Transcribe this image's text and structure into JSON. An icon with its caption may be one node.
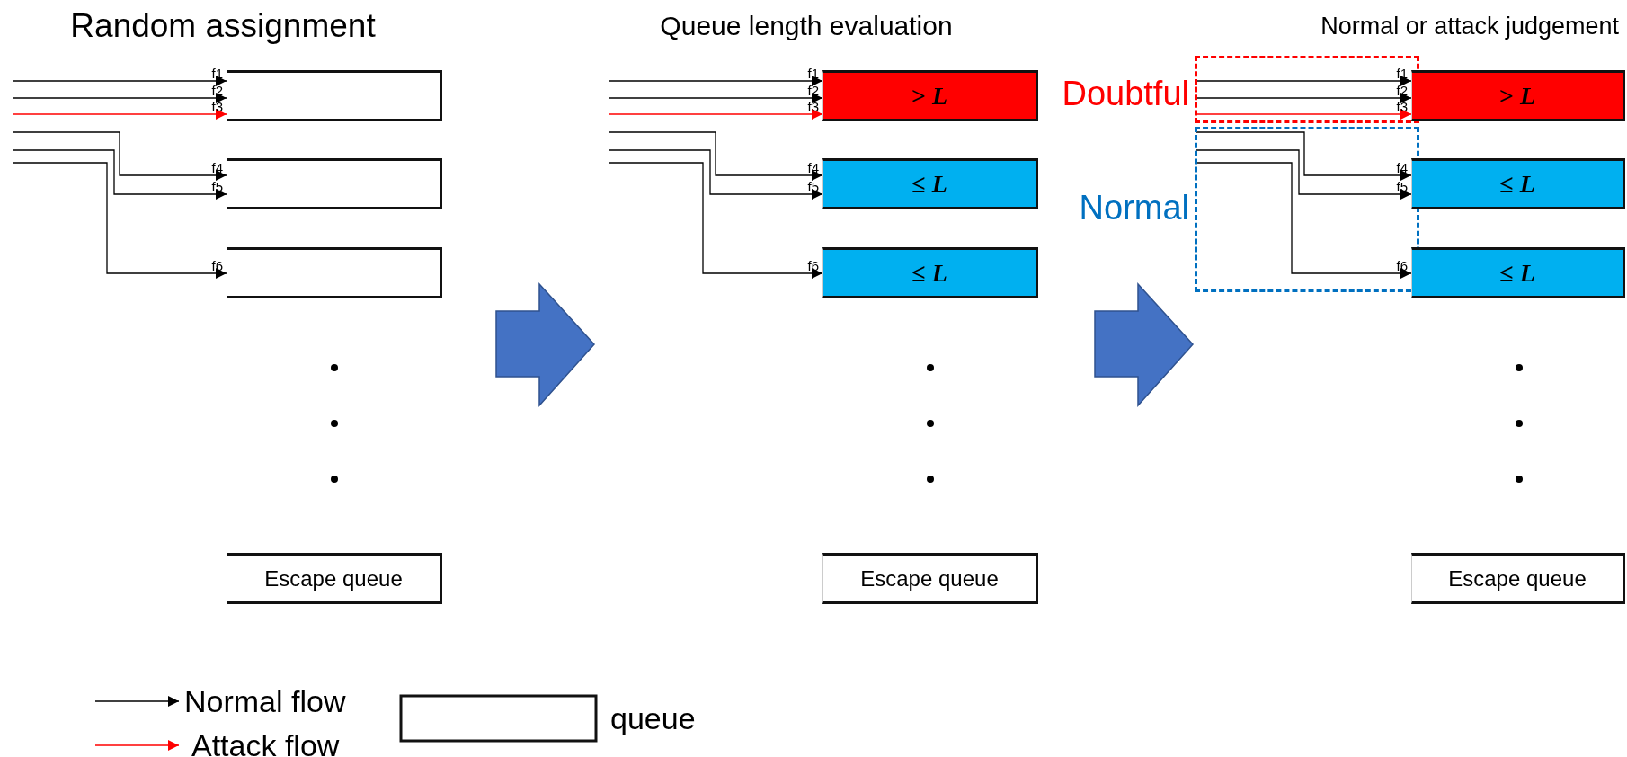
{
  "diagram": {
    "nodes": [
      {
        "text": [],
        "shape": "box"
      },
      {
        "text": [],
        "shape": "box"
      },
      {
        "text": [],
        "shape": "box"
      },
      {
        "text": [
          "Escape queue"
        ]
      },
      {
        "text": [
          "> *L*"
        ]
      },
      {
        "text": [
          "≤ *L*"
        ]
      },
      {
        "text": [
          "≤ *L*"
        ]
      },
      {
        "text": [
          "Escape queue"
        ]
      },
      {
        "text": [
          "Doubtful"
        ]
      },
      {
        "text": [
          "Normal"
        ]
      },
      {
        "text": [
          "> *L*"
        ]
      },
      {
        "text": [
          "≤ *L*"
        ]
      },
      {
        "text": [
          "≤ *L*"
        ]
      },
      {
        "text": [
          "Escape queue"
        ]
      }
    ],
    "edges": [
      {
        "from": null,
        "to": 0,
        "arrow": "to",
        "label": "f1"
      },
      {
        "from": null,
        "to": 0,
        "arrow": "to",
        "label": "f2"
      },
      {
        "from": null,
        "to": 0,
        "arrow": "to",
        "label": "f3",
        "color": "#ff0000"
      },
      {
        "from": null,
        "to": 1,
        "arrow": "to",
        "label": "f4"
      },
      {
        "from": null,
        "to": 1,
        "arrow": "to",
        "label": "f5"
      },
      {
        "from": null,
        "to": 2,
        "arrow": "to",
        "label": "f6"
      },
      {
        "from": null,
        "to": 4,
        "arrow": "to",
        "label": "f1"
      },
      {
        "from": null,
        "to": 4,
        "arrow": "to",
        "label": "f2"
      },
      {
        "from": null,
        "to": 4,
        "arrow": "to",
        "label": "f3",
        "color": "#ff0000"
      },
      {
        "from": null,
        "to": 5,
        "arrow": "to",
        "label": "f4"
      },
      {
        "from": null,
        "to": 5,
        "arrow": "to",
        "label": "f5"
      },
      {
        "from": null,
        "to": 6,
        "arrow": "to",
        "label": "f6"
      },
      {
        "from": 8,
        "to": 10,
        "arrow": "to",
        "label": "f1"
      },
      {
        "from": 8,
        "to": 10,
        "arrow": "to",
        "label": "f2"
      },
      {
        "from": 8,
        "to": 10,
        "arrow": "to",
        "label": "f3",
        "color": "#ff0000"
      },
      {
        "from": 9,
        "to": 11,
        "arrow": "to",
        "label": "f4"
      },
      {
        "from": 9,
        "to": 11,
        "arrow": "to",
        "label": "f5"
      },
      {
        "from": 9,
        "to": 12,
        "arrow": "to",
        "label": "f6"
      }
    ],
    "labels": [
      "Random assignment",
      "Queue length evaluation",
      "Normal or attack judgement"
    ],
    "legend": [
      {
        "text": "Normal flow"
      },
      {
        "text": "Attack flow"
      },
      {
        "text": "queue"
      }
    ]
  }
}
